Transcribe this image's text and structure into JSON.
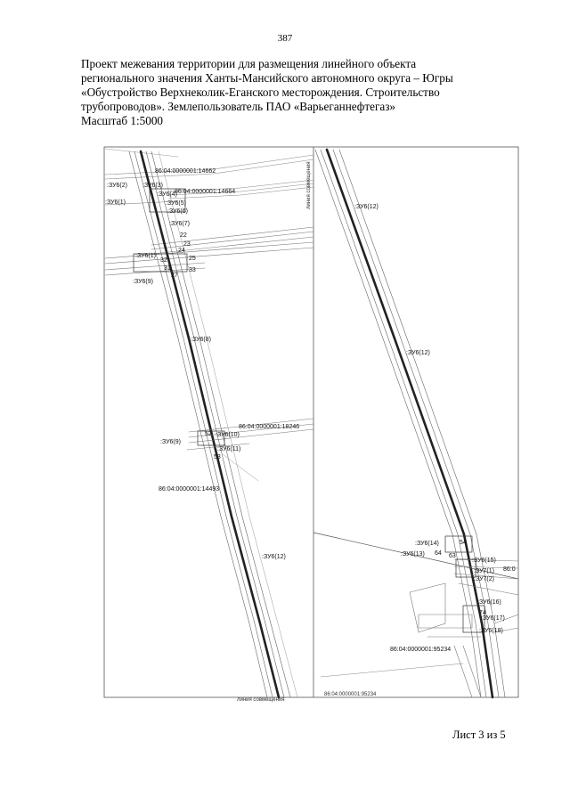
{
  "page_number": "387",
  "title_lines": [
    "Проект межевания территории для размещения линейного объекта",
    "регионального значения Ханты-Мансийского автономного округа – Югры",
    "«Обустройство Верхнеколик-Еганского месторождения. Строительство",
    "трубопроводов». Землепользователь ПАО «Варьеганнефтегаз»",
    "Масштаб 1:5000"
  ],
  "sheet": "Лист 3 из 5",
  "map": {
    "left_panel": {
      "parcels": [
        "86:04:0000001:14662",
        "86:04:0000001:14664",
        "86:04:0000001:18246",
        "86:04:0000001:14493"
      ],
      "plots": [
        ":ЗУ6(2)",
        ":ЗУ6(3)",
        ":ЗУ6(4)",
        ":ЗУ6(1)",
        ":ЗУ6(5)",
        ":ЗУ6(6)",
        ":ЗУ6(7)",
        ":ЗУ6(1)",
        ":ЗУ6(9)",
        ":ЗУ6(8)",
        ":ЗУ6(9)",
        ":ЗУ6(10)",
        ":ЗУ6(11)",
        ":ЗУ6(12)"
      ],
      "points": [
        "22",
        "23",
        "24",
        "25",
        "32",
        "31",
        "33",
        "27",
        "52",
        "53"
      ],
      "vertical_label": "линия совмещения",
      "bottom_label": "линия совмещения"
    },
    "right_panel": {
      "parcels": [
        "86:04:0000001:95234",
        "86:0",
        "86:04:0000001:95234"
      ],
      "plots": [
        ":ЗУ6(12)",
        ":ЗУ6(12)",
        ":ЗУ6(14)",
        ":ЗУ6(13)",
        ":ЗУ6(15)",
        ":ЗУ7(1)",
        ":ЗУ7(2)",
        ":ЗУ6(16)",
        ":ЗУ6(17)",
        ":ЗУ6(18)"
      ],
      "points": [
        "54",
        "64",
        "63",
        "74"
      ]
    }
  }
}
